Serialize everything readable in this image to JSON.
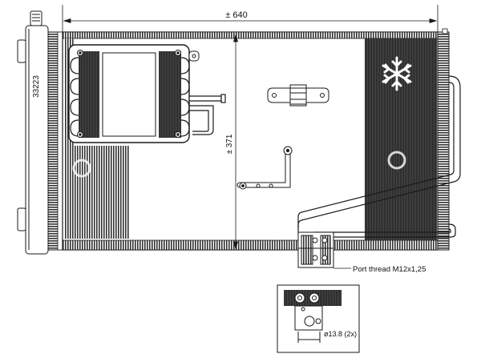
{
  "drawing": {
    "part_number": "33223",
    "dimensions": {
      "width_label": "± 640",
      "height_label": "± 371"
    },
    "annotations": {
      "port_thread": "Port thread M12x1,25",
      "port_diameter": "ø13.8 (2x)"
    },
    "watermark_icon": "snowflake-icon",
    "colors": {
      "line": "#1a1a1a",
      "fin_dark": "#2b2b2b",
      "background": "#ffffff"
    }
  }
}
